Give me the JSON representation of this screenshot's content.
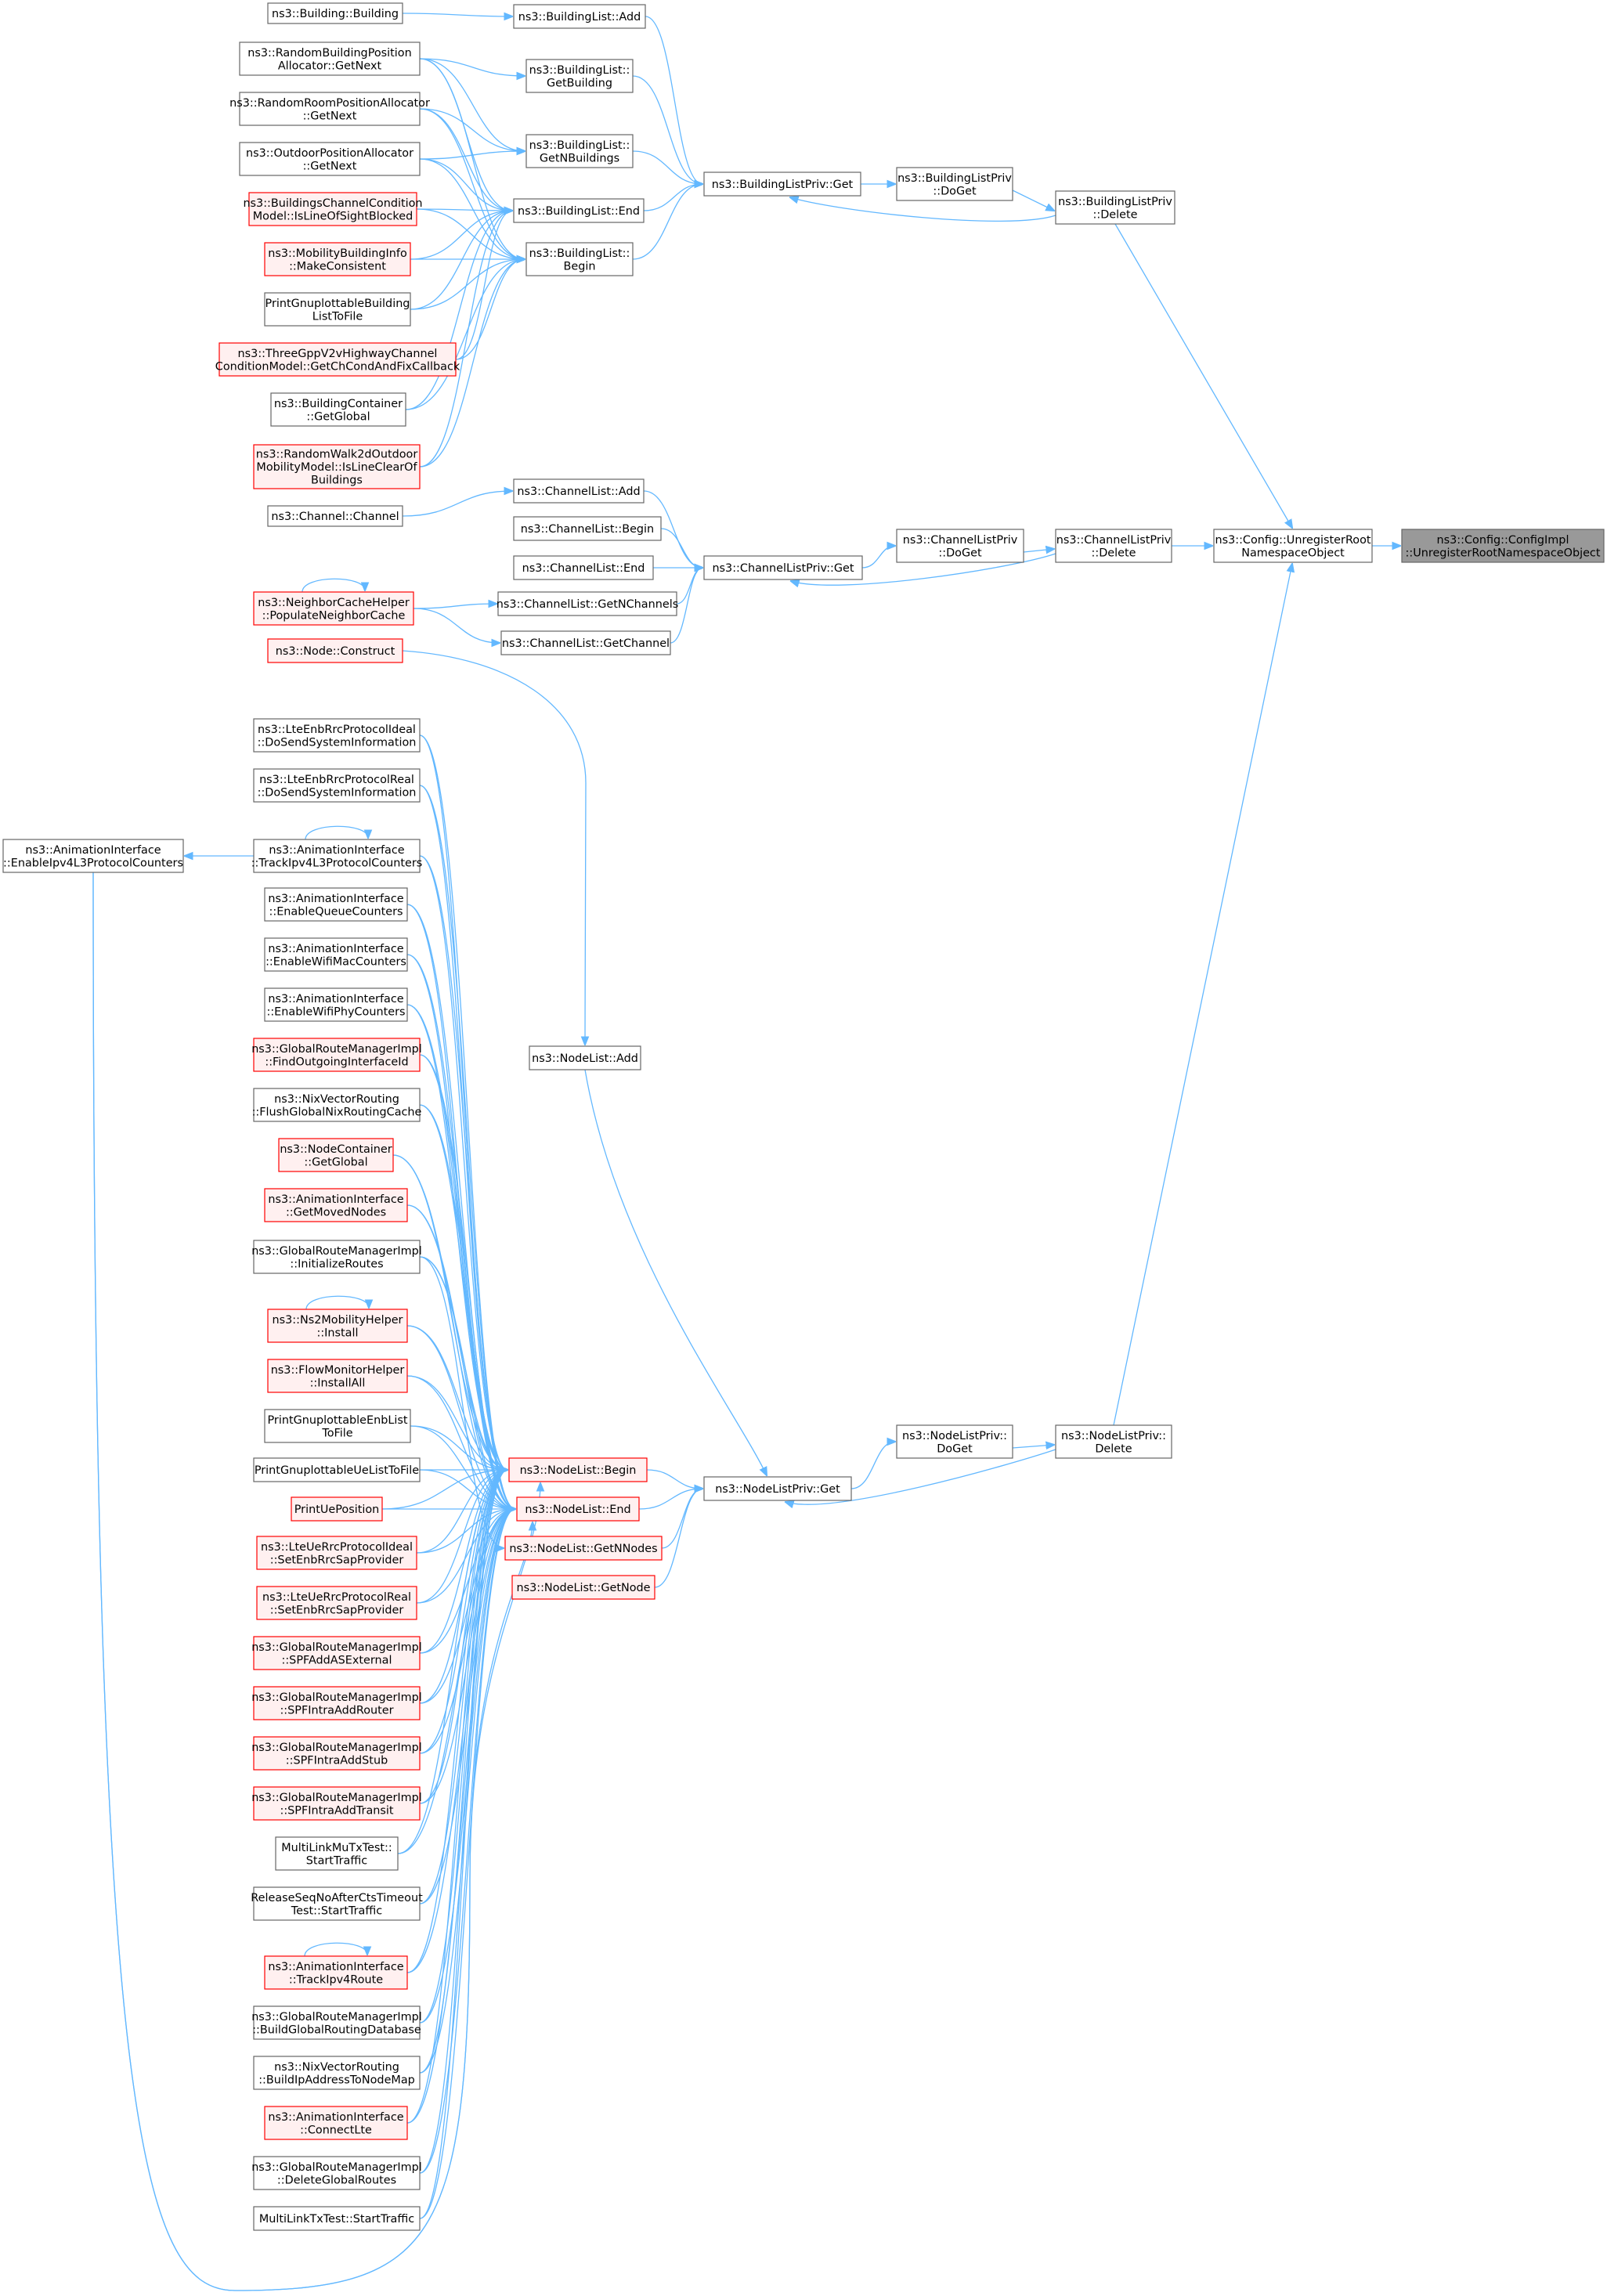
{
  "colors": {
    "edge": "#63b8ff",
    "focus_fill": "#999999",
    "red_border": "#ff0000",
    "red_fill": "#fff0f0",
    "border": "#666666"
  },
  "nodes": [
    {
      "id": "focus",
      "lines": [
        "ns3::Config::ConfigImpl",
        "::UnregisterRootNamespaceObject"
      ],
      "style": "focus"
    },
    {
      "id": "unreg",
      "lines": [
        "ns3::Config::UnregisterRoot",
        "NamespaceObject"
      ]
    },
    {
      "id": "blp_delete",
      "lines": [
        "ns3::BuildingListPriv",
        "::Delete"
      ]
    },
    {
      "id": "clp_delete",
      "lines": [
        "ns3::ChannelListPriv",
        "::Delete"
      ]
    },
    {
      "id": "nlp_delete",
      "lines": [
        "ns3::NodeListPriv::",
        "Delete"
      ]
    },
    {
      "id": "blp_doget",
      "lines": [
        "ns3::BuildingListPriv",
        "::DoGet"
      ]
    },
    {
      "id": "clp_doget",
      "lines": [
        "ns3::ChannelListPriv",
        "::DoGet"
      ]
    },
    {
      "id": "nlp_doget",
      "lines": [
        "ns3::NodeListPriv::",
        "DoGet"
      ]
    },
    {
      "id": "blp_get",
      "lines": [
        "ns3::BuildingListPriv::Get"
      ]
    },
    {
      "id": "clp_get",
      "lines": [
        "ns3::ChannelListPriv::Get"
      ]
    },
    {
      "id": "nlp_get",
      "lines": [
        "ns3::NodeListPriv::Get"
      ]
    },
    {
      "id": "bl_add",
      "lines": [
        "ns3::BuildingList::Add"
      ]
    },
    {
      "id": "bl_getbuilding",
      "lines": [
        "ns3::BuildingList::",
        "GetBuilding"
      ]
    },
    {
      "id": "bl_getn",
      "lines": [
        "ns3::BuildingList::",
        "GetNBuildings"
      ]
    },
    {
      "id": "bl_end",
      "lines": [
        "ns3::BuildingList::End"
      ]
    },
    {
      "id": "bl_begin",
      "lines": [
        "ns3::BuildingList::",
        "Begin"
      ]
    },
    {
      "id": "cl_add",
      "lines": [
        "ns3::ChannelList::Add"
      ]
    },
    {
      "id": "cl_begin",
      "lines": [
        "ns3::ChannelList::Begin"
      ]
    },
    {
      "id": "cl_end",
      "lines": [
        "ns3::ChannelList::End"
      ]
    },
    {
      "id": "cl_getn",
      "lines": [
        "ns3::ChannelList::GetNChannels"
      ]
    },
    {
      "id": "cl_getch",
      "lines": [
        "ns3::ChannelList::GetChannel"
      ]
    },
    {
      "id": "nl_add",
      "lines": [
        "ns3::NodeList::Add"
      ]
    },
    {
      "id": "nl_begin",
      "lines": [
        "ns3::NodeList::Begin"
      ],
      "style": "red"
    },
    {
      "id": "nl_end",
      "lines": [
        "ns3::NodeList::End"
      ],
      "style": "red"
    },
    {
      "id": "nl_getn",
      "lines": [
        "ns3::NodeList::GetNNodes"
      ],
      "style": "red"
    },
    {
      "id": "nl_getnode",
      "lines": [
        "ns3::NodeList::GetNode"
      ],
      "style": "red"
    },
    {
      "id": "b_building",
      "lines": [
        "ns3::Building::Building"
      ]
    },
    {
      "id": "rbpa",
      "lines": [
        "ns3::RandomBuildingPosition",
        "Allocator::GetNext"
      ]
    },
    {
      "id": "rrpa",
      "lines": [
        "ns3::RandomRoomPositionAllocator",
        "::GetNext"
      ]
    },
    {
      "id": "opa",
      "lines": [
        "ns3::OutdoorPositionAllocator",
        "::GetNext"
      ]
    },
    {
      "id": "bcm",
      "lines": [
        "ns3::BuildingsChannelCondition",
        "Model::IsLineOfSightBlocked"
      ],
      "style": "red"
    },
    {
      "id": "mbi",
      "lines": [
        "ns3::MobilityBuildingInfo",
        "::MakeConsistent"
      ],
      "style": "red"
    },
    {
      "id": "pgbl",
      "lines": [
        "PrintGnuplottableBuilding",
        "ListToFile"
      ]
    },
    {
      "id": "tgv2v",
      "lines": [
        "ns3::ThreeGppV2vHighwayChannel",
        "ConditionModel::GetChCondAndFixCallback"
      ],
      "style": "red"
    },
    {
      "id": "bc_global",
      "lines": [
        "ns3::BuildingContainer",
        "::GetGlobal"
      ]
    },
    {
      "id": "rw2d",
      "lines": [
        "ns3::RandomWalk2dOutdoor",
        "MobilityModel::IsLineClearOf",
        "Buildings"
      ],
      "style": "red"
    },
    {
      "id": "ch_channel",
      "lines": [
        "ns3::Channel::Channel"
      ]
    },
    {
      "id": "nch",
      "lines": [
        "ns3::NeighborCacheHelper",
        "::PopulateNeighborCache"
      ],
      "style": "red"
    },
    {
      "id": "node_construct",
      "lines": [
        "ns3::Node::Construct"
      ],
      "style": "red"
    },
    {
      "id": "ai_enable_ipv4",
      "lines": [
        "ns3::AnimationInterface",
        "::EnableIpv4L3ProtocolCounters"
      ]
    },
    {
      "id": "lte_ideal_sys",
      "lines": [
        "ns3::LteEnbRrcProtocolIdeal",
        "::DoSendSystemInformation"
      ]
    },
    {
      "id": "lte_real_sys",
      "lines": [
        "ns3::LteEnbRrcProtocolReal",
        "::DoSendSystemInformation"
      ]
    },
    {
      "id": "ai_track_ipv4l3",
      "lines": [
        "ns3::AnimationInterface",
        "::TrackIpv4L3ProtocolCounters"
      ]
    },
    {
      "id": "ai_queue",
      "lines": [
        "ns3::AnimationInterface",
        "::EnableQueueCounters"
      ]
    },
    {
      "id": "ai_wifimac",
      "lines": [
        "ns3::AnimationInterface",
        "::EnableWifiMacCounters"
      ]
    },
    {
      "id": "ai_wifiphy",
      "lines": [
        "ns3::AnimationInterface",
        "::EnableWifiPhyCounters"
      ]
    },
    {
      "id": "grm_foi",
      "lines": [
        "ns3::GlobalRouteManagerImpl",
        "::FindOutgoingInterfaceId"
      ],
      "style": "red"
    },
    {
      "id": "nix_flush",
      "lines": [
        "ns3::NixVectorRouting",
        "::FlushGlobalNixRoutingCache"
      ]
    },
    {
      "id": "nc_global",
      "lines": [
        "ns3::NodeContainer",
        "::GetGlobal"
      ],
      "style": "red"
    },
    {
      "id": "ai_moved",
      "lines": [
        "ns3::AnimationInterface",
        "::GetMovedNodes"
      ],
      "style": "red"
    },
    {
      "id": "grm_init",
      "lines": [
        "ns3::GlobalRouteManagerImpl",
        "::InitializeRoutes"
      ]
    },
    {
      "id": "ns2_install",
      "lines": [
        "ns3::Ns2MobilityHelper",
        "::Install"
      ],
      "style": "red"
    },
    {
      "id": "fm_installall",
      "lines": [
        "ns3::FlowMonitorHelper",
        "::InstallAll"
      ],
      "style": "red"
    },
    {
      "id": "pg_enb",
      "lines": [
        "PrintGnuplottableEnbList",
        "ToFile"
      ]
    },
    {
      "id": "pg_ue",
      "lines": [
        "PrintGnuplottableUeListToFile"
      ]
    },
    {
      "id": "print_ue",
      "lines": [
        "PrintUePosition"
      ],
      "style": "red"
    },
    {
      "id": "lte_ue_ideal",
      "lines": [
        "ns3::LteUeRrcProtocolIdeal",
        "::SetEnbRrcSapProvider"
      ],
      "style": "red"
    },
    {
      "id": "lte_ue_real",
      "lines": [
        "ns3::LteUeRrcProtocolReal",
        "::SetEnbRrcSapProvider"
      ],
      "style": "red"
    },
    {
      "id": "grm_ase",
      "lines": [
        "ns3::GlobalRouteManagerImpl",
        "::SPFAddASExternal"
      ],
      "style": "red"
    },
    {
      "id": "grm_router",
      "lines": [
        "ns3::GlobalRouteManagerImpl",
        "::SPFIntraAddRouter"
      ],
      "style": "red"
    },
    {
      "id": "grm_stub",
      "lines": [
        "ns3::GlobalRouteManagerImpl",
        "::SPFIntraAddStub"
      ],
      "style": "red"
    },
    {
      "id": "grm_transit",
      "lines": [
        "ns3::GlobalRouteManagerImpl",
        "::SPFIntraAddTransit"
      ],
      "style": "red"
    },
    {
      "id": "mlmu",
      "lines": [
        "MultiLinkMuTxTest::",
        "StartTraffic"
      ]
    },
    {
      "id": "rsn",
      "lines": [
        "ReleaseSeqNoAfterCtsTimeout",
        "Test::StartTraffic"
      ]
    },
    {
      "id": "ai_track_route",
      "lines": [
        "ns3::AnimationInterface",
        "::TrackIpv4Route"
      ],
      "style": "red"
    },
    {
      "id": "grm_build",
      "lines": [
        "ns3::GlobalRouteManagerImpl",
        "::BuildGlobalRoutingDatabase"
      ]
    },
    {
      "id": "nix_build",
      "lines": [
        "ns3::NixVectorRouting",
        "::BuildIpAddressToNodeMap"
      ]
    },
    {
      "id": "ai_lte",
      "lines": [
        "ns3::AnimationInterface",
        "::ConnectLte"
      ],
      "style": "red"
    },
    {
      "id": "grm_delete",
      "lines": [
        "ns3::GlobalRouteManagerImpl",
        "::DeleteGlobalRoutes"
      ]
    },
    {
      "id": "mltx",
      "lines": [
        "MultiLinkTxTest::StartTraffic"
      ]
    }
  ]
}
